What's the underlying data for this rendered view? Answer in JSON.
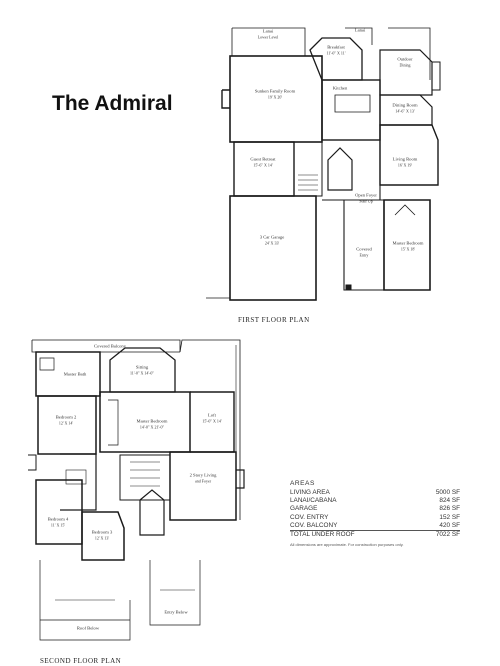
{
  "title": "The Admiral",
  "first_floor": {
    "caption": "FIRST FLOOR PLAN",
    "rooms": {
      "lanai_left": "Lanai",
      "lanai_left_sub": "Lower Level",
      "lanai_right": "Lanai",
      "breakfast": "Breakfast",
      "breakfast_dim": "11'-0\" X 11'",
      "kitchen": "Kitchen",
      "outdoor_dining": "Outdoor",
      "outdoor_dining_sub": "Dining",
      "family": "Sunken Family Room",
      "family_dim": "19' X 20'",
      "living": "Living Room",
      "living_dim": "16' X 19'",
      "dining": "Dining Room",
      "dining_dim": "14'-6\" X 13'",
      "guest_suite": "Guest Retreat",
      "guest_suite_dim": "15'-6\" X 14'",
      "garage": "3 Car Garage",
      "garage_dim": "24' X 33'",
      "master_bedroom": "Master Bedroom",
      "master_bedroom_dim": "15' X 18'",
      "covered_entry": "Covered",
      "covered_entry_sub": "Entry",
      "open_foyer": "Open Foyer",
      "open_foyer_sub": "Stair Up"
    }
  },
  "second_floor": {
    "caption": "SECOND FLOOR PLAN",
    "rooms": {
      "balcony": "Covered Balcony",
      "master_bath": "Master Bath",
      "sitting": "Sitting",
      "sitting_dim": "11'-0\" X 14'-0\"",
      "master_bedroom": "Master Bedroom",
      "master_bedroom_dim": "14'-0\" X 21'-0\"",
      "loft": "Loft",
      "loft_dim": "15'-0\" X 14'",
      "bedroom2": "Bedroom 2",
      "bedroom2_dim": "12' X 14'",
      "bedroom4": "Bedroom 4",
      "bedroom4_dim": "11' X 15'",
      "bedroom3": "Bedroom 3",
      "bedroom3_dim": "12' X 13'",
      "open_living": "2 Story Living",
      "open_living_sub": "and Foyer",
      "roof_below": "Roof Below",
      "roof_below2": "Entry Below"
    }
  },
  "areas": {
    "heading": "AREAS",
    "rows": [
      {
        "label": "LIVING AREA",
        "value": "5000 SF"
      },
      {
        "label": "LANAI/CABANA",
        "value": "824 SF"
      },
      {
        "label": "GARAGE",
        "value": "826 SF"
      },
      {
        "label": "COV. ENTRY",
        "value": "152 SF"
      },
      {
        "label": "COV. BALCONY",
        "value": "420 SF"
      }
    ],
    "total_label": "TOTAL UNDER ROOF",
    "total_value": "7022 SF",
    "note": "All dimensions are approximate. For construction purposes only."
  }
}
